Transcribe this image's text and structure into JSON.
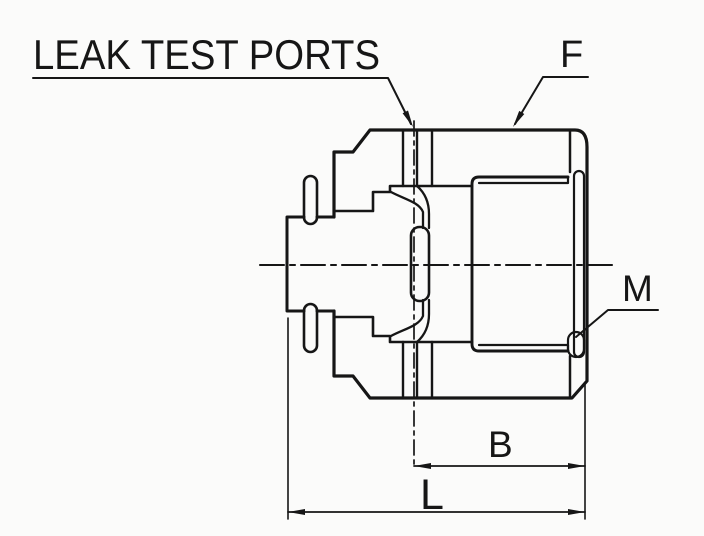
{
  "drawing": {
    "background": "#fbfbfa",
    "line_color": "#161616",
    "callouts": {
      "leak_test_ports": "LEAK TEST PORTS",
      "port_thread": "F",
      "gasket": "M"
    },
    "dimensions": {
      "thread_depth": "B",
      "overall_length": "L"
    }
  }
}
